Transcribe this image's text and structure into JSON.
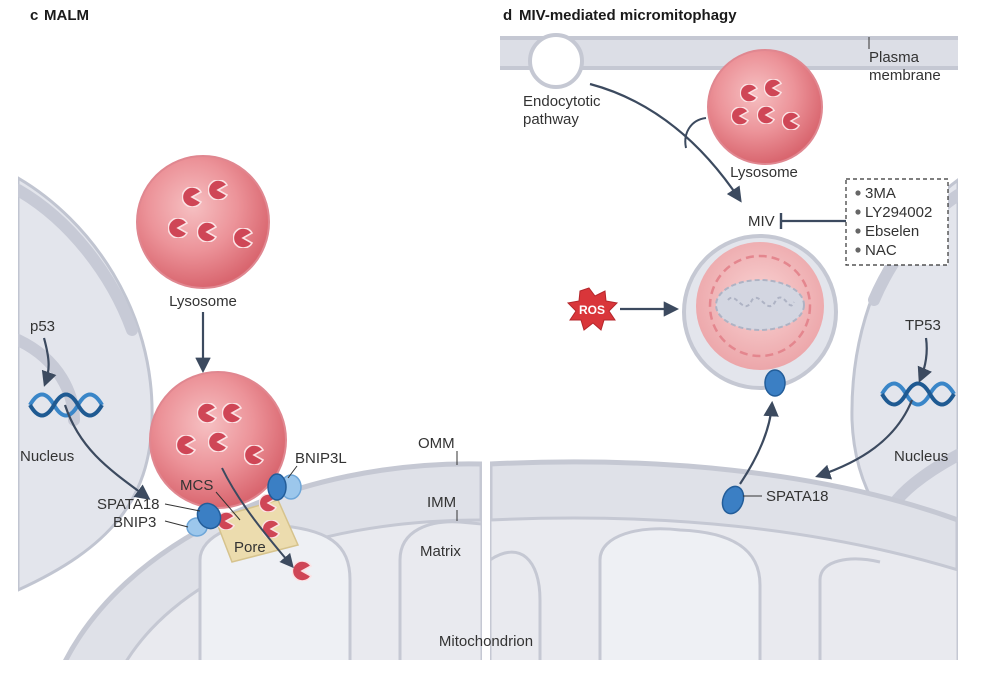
{
  "panel_c": {
    "letter": "c",
    "title": "MALM",
    "lysosome_label": "Lysosome",
    "p53_label": "p53",
    "nucleus_label": "Nucleus",
    "spata18_label": "SPATA18",
    "bnip3_label": "BNIP3",
    "mcs_label": "MCS",
    "bnip3l_label": "BNIP3L",
    "pore_label": "Pore",
    "omm_label": "OMM",
    "imm_label": "IMM",
    "matrix_label": "Matrix"
  },
  "panel_d": {
    "letter": "d",
    "title": "MIV-mediated micromitophagy",
    "plasma_membrane_line1": "Plasma",
    "plasma_membrane_line2": "membrane",
    "endocytotic_line1": "Endocytotic",
    "endocytotic_line2": "pathway",
    "lysosome_label": "Lysosome",
    "miv_label": "MIV",
    "inhibitors": [
      "3MA",
      "LY294002",
      "Ebselen",
      "NAC"
    ],
    "ros_label": "ROS",
    "tp53_label": "TP53",
    "nucleus_label": "Nucleus",
    "spata18_label": "SPATA18"
  },
  "mitochondrion_label": "Mitochondrion",
  "colors": {
    "lysosome": "#e8828a",
    "membrane": "#c7cad6",
    "cytoplasm": "#e3e5ec",
    "protein_dark": "#3b7fc4",
    "protein_light": "#9cc7ec",
    "pore": "#ecdcae",
    "ros": "#d9363a",
    "dna": "#3a86c8"
  }
}
